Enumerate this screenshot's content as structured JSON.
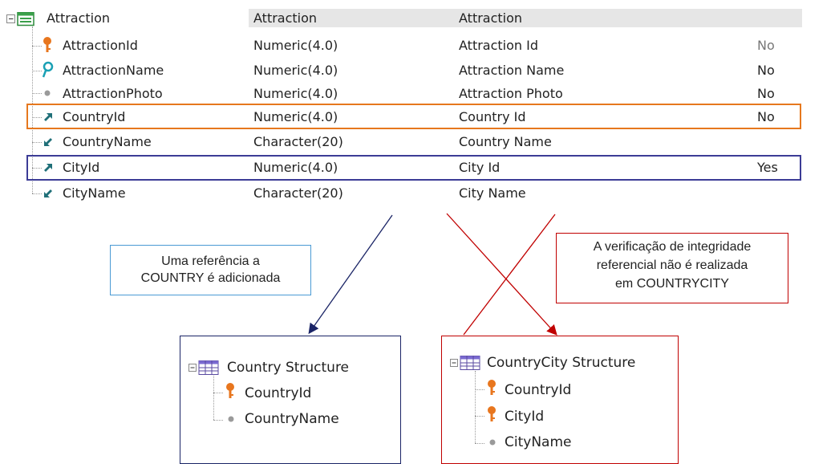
{
  "table": {
    "header": {
      "name": "Attraction",
      "type": "Attraction",
      "description": "Attraction"
    },
    "rows": [
      {
        "name": "AttractionId",
        "type": "Numeric(4.0)",
        "description": "Attraction Id",
        "nullable": "No",
        "icon": "key-icon"
      },
      {
        "name": "AttractionName",
        "type": "Numeric(4.0)",
        "description": "Attraction Name",
        "nullable": "No",
        "icon": "search-key-icon"
      },
      {
        "name": "AttractionPhoto",
        "type": "Numeric(4.0)",
        "description": "Attraction Photo",
        "nullable": "No",
        "icon": "dot-icon"
      },
      {
        "name": "CountryId",
        "type": "Numeric(4.0)",
        "description": "Country Id",
        "nullable": "No",
        "icon": "foreign-key-icon"
      },
      {
        "name": "CountryName",
        "type": "Character(20)",
        "description": "Country Name",
        "nullable": "",
        "icon": "inferred-attribute-icon"
      },
      {
        "name": "CityId",
        "type": "Numeric(4.0)",
        "description": "City Id",
        "nullable": "Yes",
        "icon": "foreign-key-icon"
      },
      {
        "name": "CityName",
        "type": "Character(20)",
        "description": "City Name",
        "nullable": "",
        "icon": "inferred-attribute-icon"
      }
    ]
  },
  "callouts": {
    "left": [
      "Uma referência a",
      "COUNTRY é adicionada"
    ],
    "right": [
      "A verificação de integridade",
      "referencial não é realizada",
      "em COUNTRYCITY"
    ]
  },
  "structures": {
    "country": {
      "title": "Country Structure",
      "attrs": [
        "CountryId",
        "CountryName"
      ]
    },
    "countrycity": {
      "title": "CountryCity Structure",
      "attrs": [
        "CountryId",
        "CityId",
        "CityName"
      ]
    }
  },
  "colors": {
    "orange_highlight": "#e6781e",
    "blue_highlight": "#3c3c96",
    "callout_blue": "#4a9ad4",
    "callout_red": "#c00000",
    "navy_box": "#1a2466",
    "red_box": "#c00000",
    "key_orange": "#e8761e",
    "arrow_teal": "#1f6f78"
  }
}
